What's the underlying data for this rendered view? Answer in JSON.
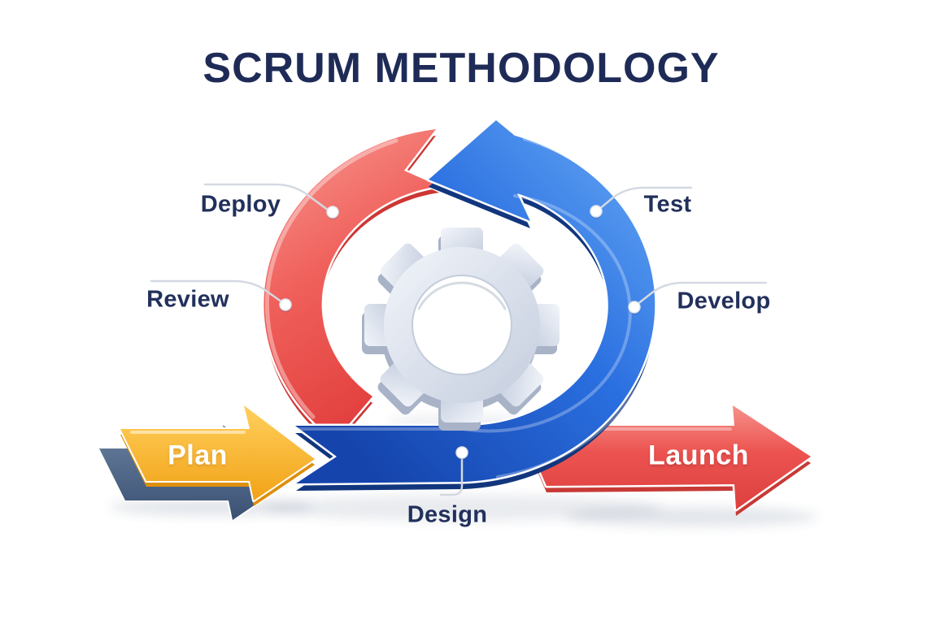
{
  "title": "SCRUM METHODOLOGY",
  "diagram": {
    "type": "scrum-sprint-cycle",
    "center_icon": "gear-icon",
    "cycle_labels": [
      {
        "label": "Deploy",
        "position": "top-left",
        "arc_color": "red"
      },
      {
        "label": "Test",
        "position": "top-right",
        "arc_color": "blue"
      },
      {
        "label": "Review",
        "position": "left",
        "arc_color": "red"
      },
      {
        "label": "Develop",
        "position": "right",
        "arc_color": "blue"
      },
      {
        "label": "Design",
        "position": "bottom",
        "arc_color": "blue"
      }
    ],
    "flow_arrows": [
      {
        "label": "Plan",
        "position": "bottom-left",
        "color": "#f6ab1e"
      },
      {
        "label": "Launch",
        "position": "bottom-right",
        "color": "#ec5350"
      }
    ],
    "colors": {
      "red_arc": "#ef5f5a",
      "blue_arc": "#2a6fe0",
      "plan_arrow": "#f6ab1e",
      "plan_shadow": "#4d6384",
      "launch_arrow": "#ec5350",
      "gear": "#d9dfeb",
      "label_text": "#22305c",
      "connector": "#d4d9e2",
      "background": "#ffffff"
    }
  }
}
